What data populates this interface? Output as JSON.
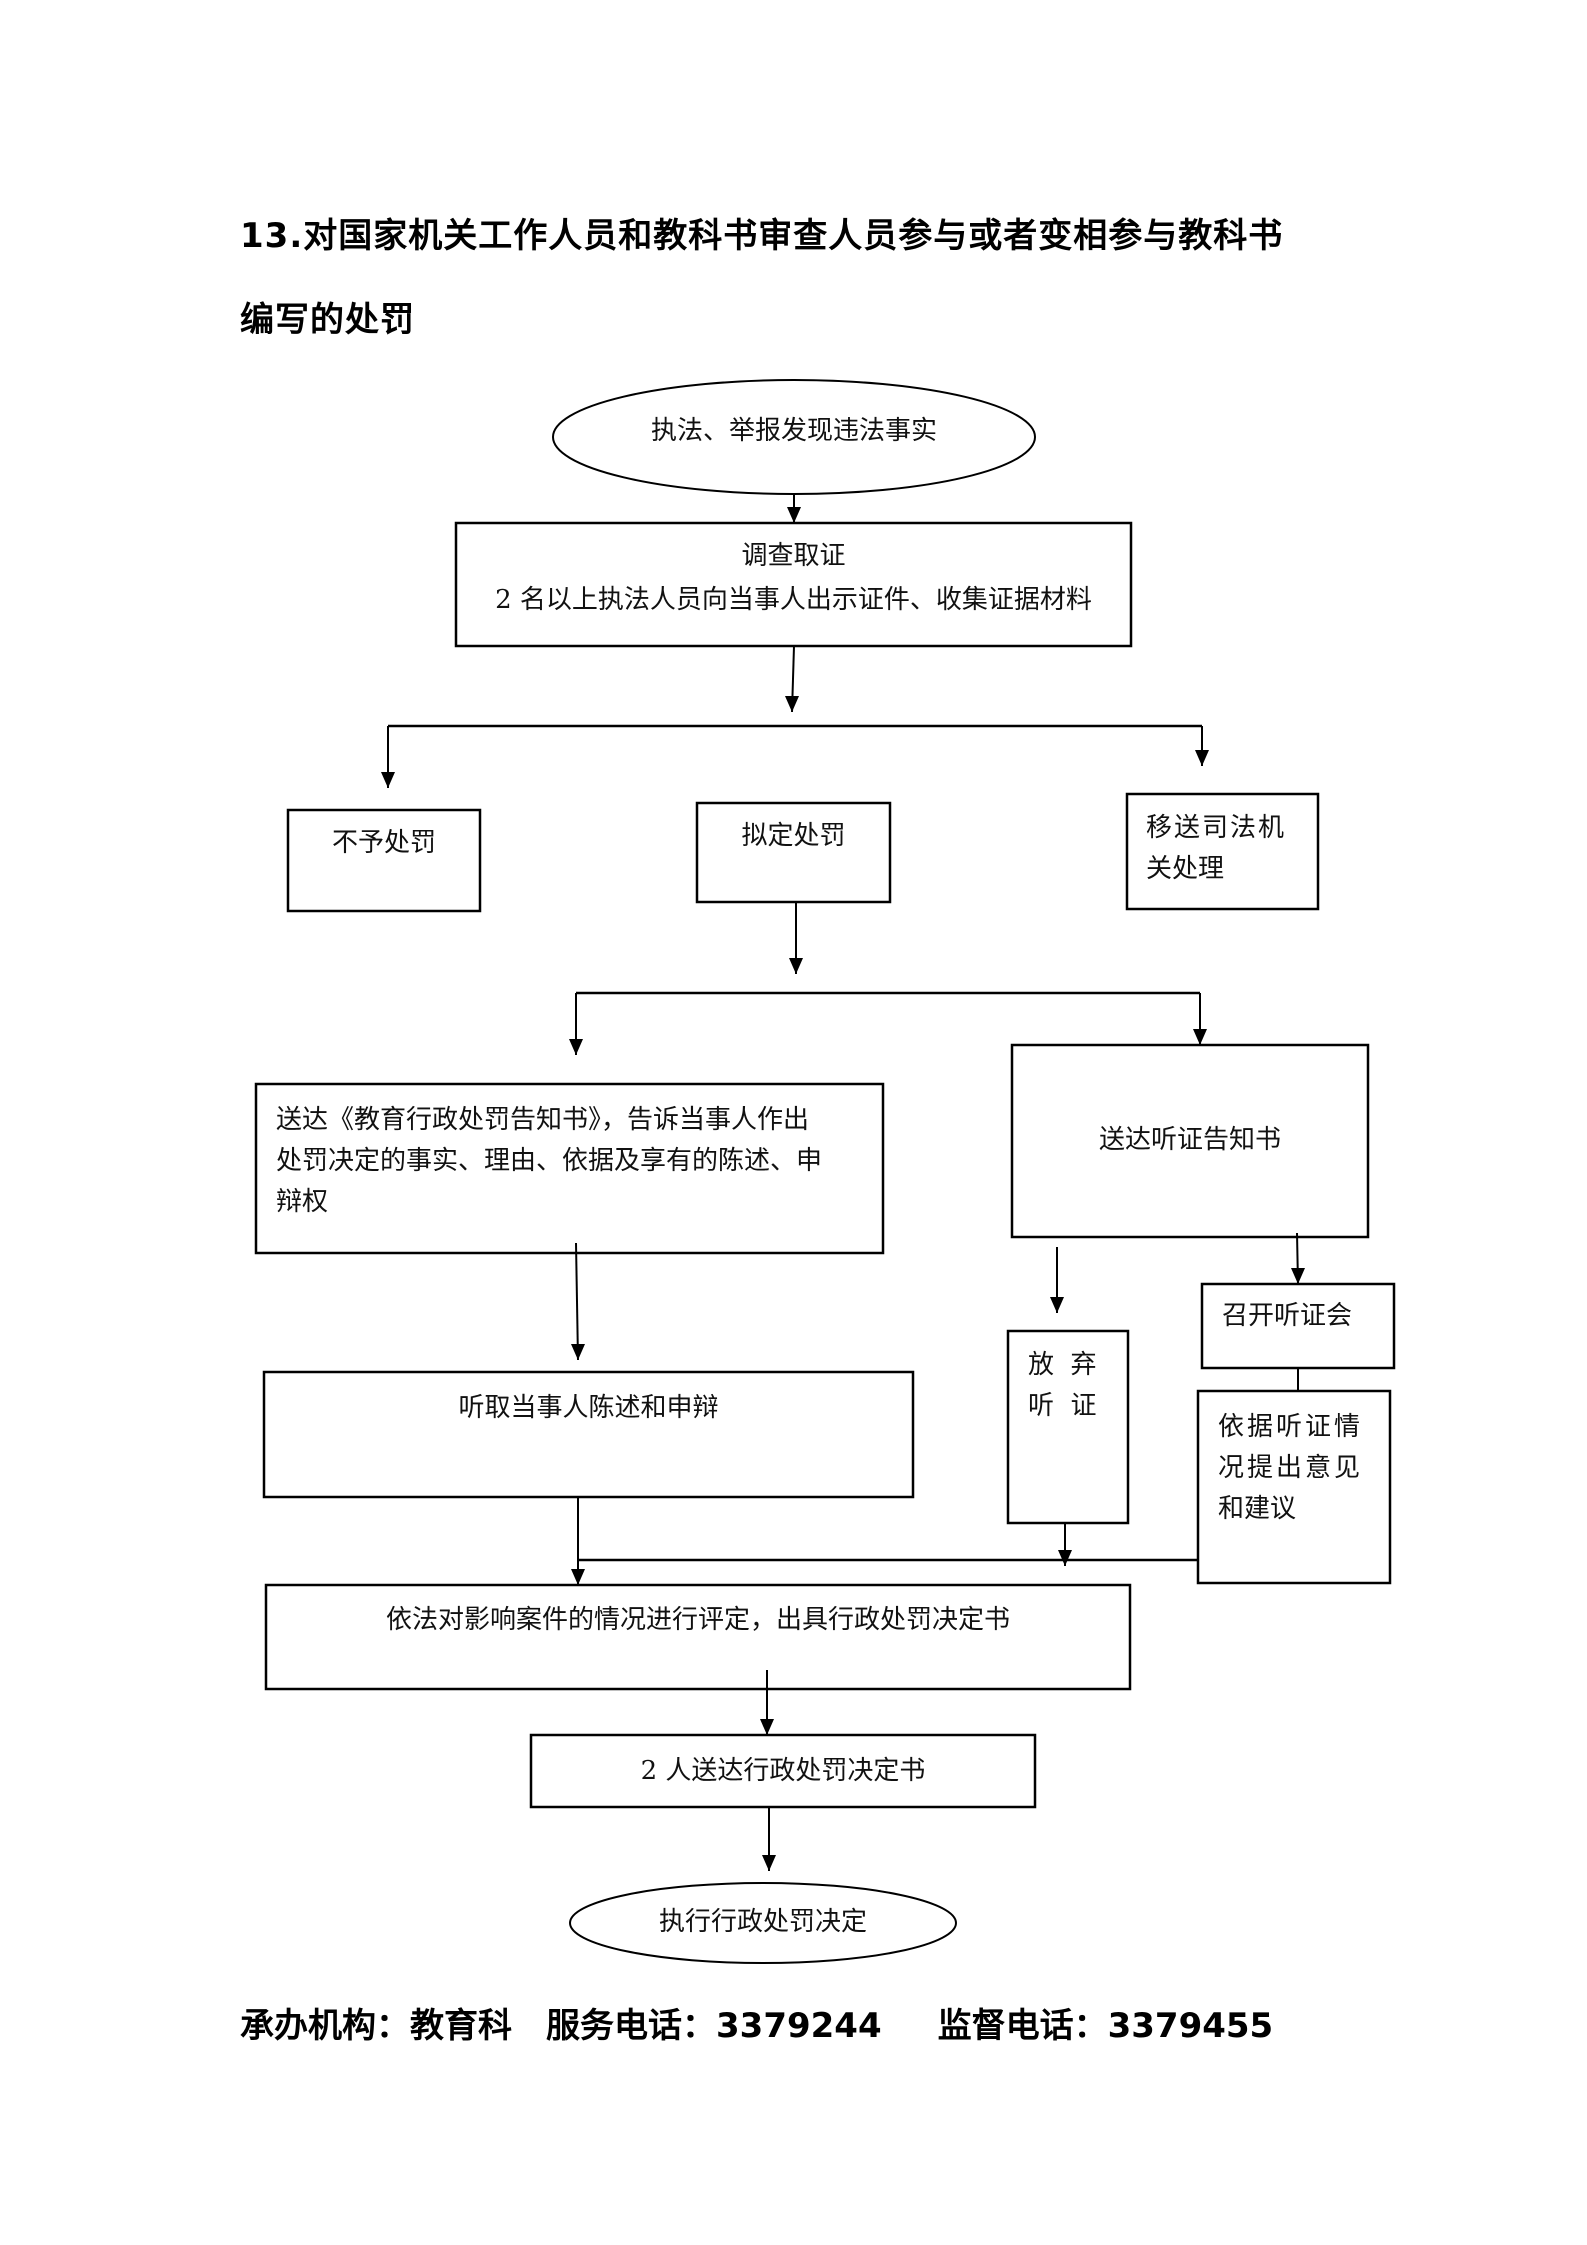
{
  "title": {
    "line1": "13.对国家机关工作人员和教科书审查人员参与或者变相参与教科书",
    "line2": "编写的处罚"
  },
  "flow": {
    "start": "执法、举报发现违法事实",
    "investigate": {
      "line1": "调查取证",
      "line2": "2 名以上执法人员向当事人出示证件、收集证据材料"
    },
    "no_penalty": "不予处罚",
    "propose_penalty": "拟定处罚",
    "transfer": {
      "line1": "移送司法机",
      "line2": "关处理"
    },
    "notice": {
      "line1": "送达《教育行政处罚告知书》，告诉当事人作出",
      "line2": "处罚决定的事实、理由、依据及享有的陈述、申",
      "line3": "辩权"
    },
    "hearing_notice": "送达听证告知书",
    "listen": "听取当事人陈述和申辩",
    "waive_hearing": {
      "line1": "放  弃",
      "line2": "听  证"
    },
    "hold_hearing": "召开听证会",
    "opinion": {
      "line1": "依据听证情",
      "line2": "况提出意见",
      "line3": "和建议"
    },
    "decision": "依法对影响案件的情况进行评定，出具行政处罚决定书",
    "deliver": "2 人送达行政处罚决定书",
    "end": "执行行政处罚决定"
  },
  "footer": {
    "org_label": "承办机构：",
    "org": "教育科",
    "service_label": "服务电话：",
    "service_phone": "3379244",
    "supervise_label": "监督电话：",
    "supervise_phone": "3379455"
  }
}
